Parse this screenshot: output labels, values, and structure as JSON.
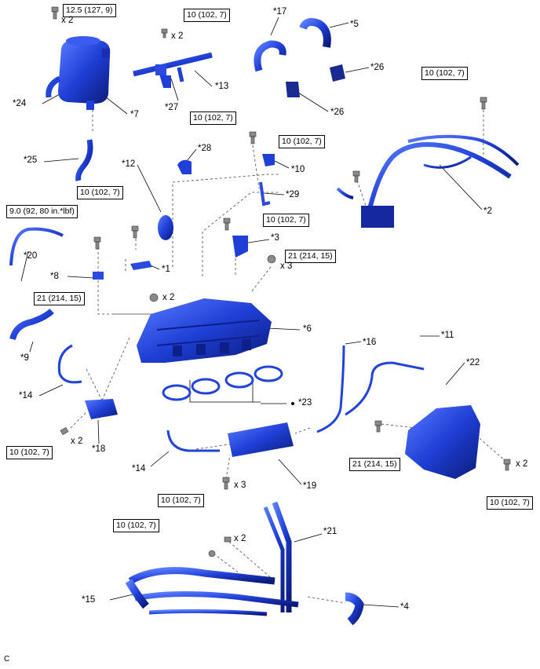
{
  "parts": {
    "p1": "*1",
    "p2": "*2",
    "p3": "*3",
    "p4": "*4",
    "p5": "*5",
    "p6": "*6",
    "p7": "*7",
    "p8": "*8",
    "p9": "*9",
    "p10": "*10",
    "p11": "*11",
    "p12": "*12",
    "p13": "*13",
    "p14a": "*14",
    "p14b": "*14",
    "p15": "*15",
    "p16": "*16",
    "p17": "*17",
    "p18": "*18",
    "p19": "*19",
    "p20": "*20",
    "p21": "*21",
    "p22": "*22",
    "p23": "*23",
    "p24": "*24",
    "p25": "*25",
    "p26a": "*26",
    "p26b": "*26",
    "p27": "*27",
    "p28": "*28",
    "p29": "*29"
  },
  "torques": {
    "t_reservoir": "12.5 (127, 9)",
    "t_pipe13": "10 (102, 7)",
    "t_harness_right": "10 (102, 7)",
    "t_bracket10": "10 (102, 7)",
    "t_harness_mid": "10 (102, 7)",
    "t_sensor1": "10 (102, 7)",
    "t_sensor8": "9.0 (92, 80 in.*lbf)",
    "t_bracket3": "10 (102, 7)",
    "t_manifold_right": "21 (214, 15)",
    "t_manifold_left": "21 (214, 15)",
    "t_valve18": "10 (102, 7)",
    "t_canister19": "10 (102, 7)",
    "t_cover22_left": "21 (214, 15)",
    "t_cover22_right": "10 (102, 7)",
    "t_pipe21": "10 (102, 7)"
  },
  "quantities": {
    "q_reservoir": "x 2",
    "q_pipe13": "x 2",
    "q_manifold_right": "x 3",
    "q_manifold_left": "x 2",
    "q_valve18": "x 2",
    "q_canister19": "x 3",
    "q_cover22": "x 2",
    "q_pipe21": "x 2"
  },
  "footer": {
    "code": "C"
  },
  "colors": {
    "part_fill": "#1f3fd6",
    "part_dark": "#0d1f8a",
    "part_light": "#4f72ff",
    "line": "#000000"
  }
}
